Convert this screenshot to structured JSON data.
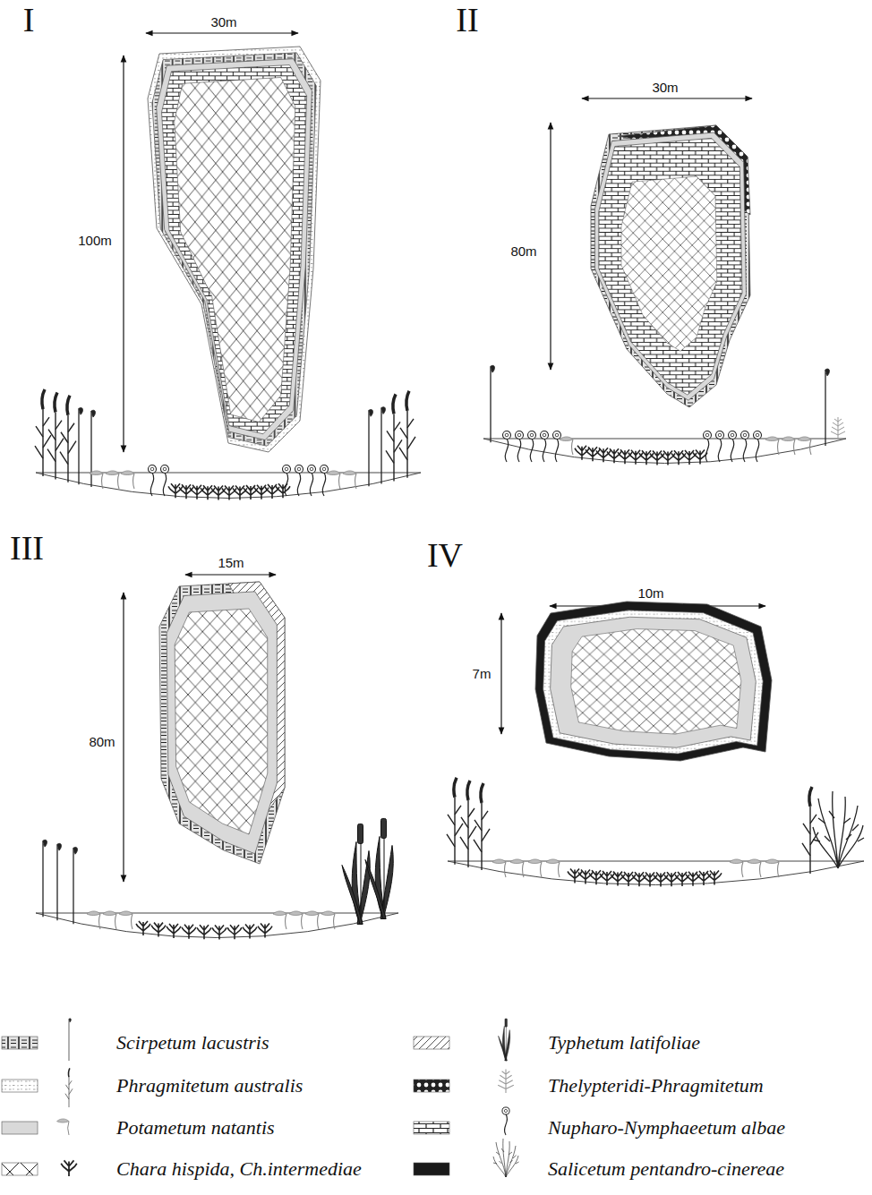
{
  "diagram": {
    "labels": [
      "I",
      "30m",
      "100m",
      "II",
      "30m",
      "80m",
      "III",
      "15m",
      "80m",
      "IV",
      "10m",
      "7m"
    ],
    "legend": [
      {
        "text": "Scirpetum lacustris"
      },
      {
        "text": "Phragmitetum australis"
      },
      {
        "text": "Potametum natantis",
        "color": "#d9d9d9"
      },
      {
        "text": "Chara hispida, Ch.intermediae"
      },
      {
        "text": "Typhetum latifoliae"
      },
      {
        "text": "Thelypteridi-Phragmitetum"
      },
      {
        "text": "Nupharo-Nymphaeetum albae"
      },
      {
        "text": "Salicetum pentandro-cinereae",
        "color": "#1a1a1a"
      }
    ]
  }
}
